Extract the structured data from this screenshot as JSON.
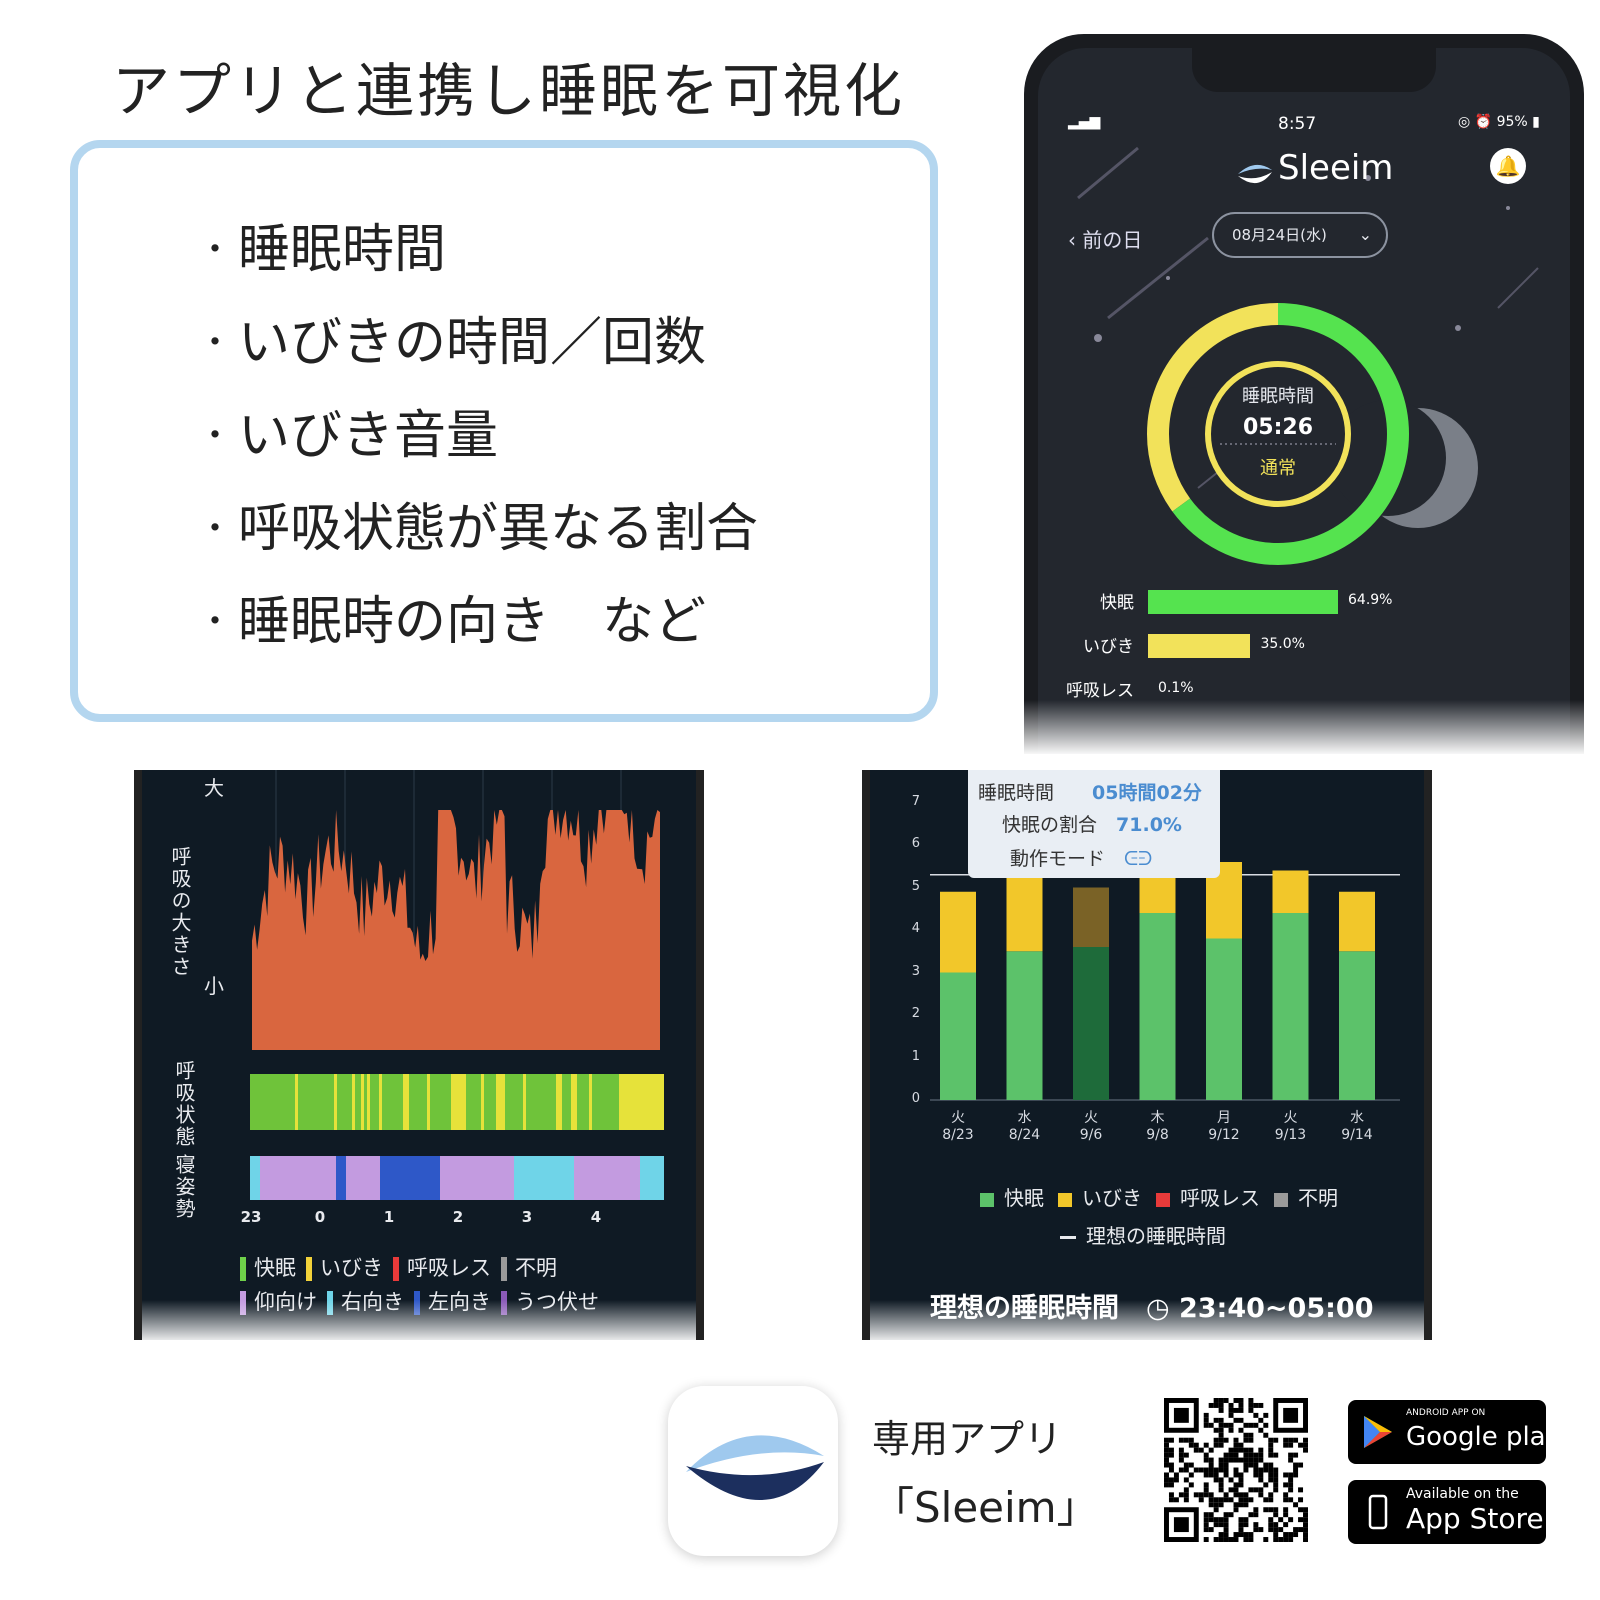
{
  "headline": "アプリと連携し睡眠を可視化",
  "features": [
    {
      "bullet": "・",
      "text": "睡眠時間"
    },
    {
      "bullet": "・",
      "text": "いびきの時間／回数"
    },
    {
      "bullet": "・",
      "text": "いびき音量"
    },
    {
      "bullet": "・",
      "text": "呼吸状態が異なる割合"
    },
    {
      "bullet": "・",
      "text": "睡眠時の向き　など"
    }
  ],
  "phone1": {
    "status_time": "8:57",
    "status_battery": "95%",
    "app_name": "Sleeim",
    "prev_day": "‹ 前の日",
    "date": "08月24日(水)",
    "donut_center_label": "睡眠時間",
    "donut_center_time": "05:26",
    "donut_center_status": "通常",
    "donut": {
      "good_fraction": 0.649,
      "snore_fraction": 0.35,
      "colors": {
        "good": "#55e34f",
        "snore": "#f2e25a"
      }
    },
    "rows": [
      {
        "label": "快眠",
        "pct": "64.9%",
        "value": 64.9,
        "color": "#55e34f"
      },
      {
        "label": "いびき",
        "pct": "35.0%",
        "value": 35.0,
        "color": "#f2e25a"
      },
      {
        "label": "呼吸レス",
        "pct": "0.1%",
        "value": 0.1,
        "color": "#ff4a4a"
      }
    ]
  },
  "phone2": {
    "y_title": "呼吸の大きさ",
    "y_top": "大",
    "y_bottom": "小",
    "band1_label": "呼吸状態",
    "band2_label": "寝姿勢",
    "x_ticks": [
      "23",
      "0",
      "1",
      "2",
      "3",
      "4"
    ],
    "legend1": [
      {
        "label": "快眠",
        "color": "#6fd14a"
      },
      {
        "label": "いびき",
        "color": "#f2d23a"
      },
      {
        "label": "呼吸レス",
        "color": "#e83a3a"
      },
      {
        "label": "不明",
        "color": "#9a9a9a"
      }
    ],
    "legend2": [
      {
        "label": "仰向け",
        "color": "#c39be0"
      },
      {
        "label": "右向き",
        "color": "#6fd4e8"
      },
      {
        "label": "左向き",
        "color": "#2e58c8"
      },
      {
        "label": "うつ伏せ",
        "color": "#8a5ab8"
      }
    ],
    "area_color": "#d9663f"
  },
  "phone3": {
    "tooltip": {
      "sleep_time_label": "睡眠時間",
      "sleep_time_value": "05時間02分",
      "good_ratio_label": "快眠の割合",
      "good_ratio_value": "71.0%",
      "mode_label": "動作モード"
    },
    "y_ticks": [
      "7",
      "6",
      "5",
      "4",
      "3",
      "2",
      "1",
      "0"
    ],
    "ideal_hours": 5.3,
    "chart_data": {
      "type": "bar",
      "categories": [
        "火 8/23",
        "水 8/24",
        "火 9/6",
        "木 9/8",
        "月 9/12",
        "火 9/13",
        "水 9/14"
      ],
      "series": [
        {
          "name": "快眠",
          "values": [
            3.0,
            3.5,
            3.6,
            4.4,
            3.8,
            4.4,
            3.5
          ]
        },
        {
          "name": "いびき",
          "values": [
            1.9,
            1.8,
            1.4,
            0.9,
            1.8,
            1.0,
            1.4
          ]
        }
      ],
      "ylim": [
        0,
        7
      ]
    },
    "x_labels": [
      {
        "day": "火",
        "date": "8/23"
      },
      {
        "day": "水",
        "date": "8/24"
      },
      {
        "day": "火",
        "date": "9/6"
      },
      {
        "day": "木",
        "date": "9/8"
      },
      {
        "day": "月",
        "date": "9/12"
      },
      {
        "day": "火",
        "date": "9/13"
      },
      {
        "day": "水",
        "date": "9/14"
      }
    ],
    "legend": [
      {
        "label": "快眠",
        "color": "#5cc26a"
      },
      {
        "label": "いびき",
        "color": "#f2c72a"
      },
      {
        "label": "呼吸レス",
        "color": "#e83a3a"
      },
      {
        "label": "不明",
        "color": "#9a9a9a"
      }
    ],
    "ideal_legend": "理想の睡眠時間",
    "ideal_label": "理想の睡眠時間",
    "ideal_range": "23:40~05:00"
  },
  "footer": {
    "app_caption": "専用アプリ",
    "app_name": "「Sleeim」",
    "google_small": "ANDROID APP ON",
    "google_big": "Google play",
    "apple_small": "Available on the",
    "apple_big": "App Store"
  }
}
